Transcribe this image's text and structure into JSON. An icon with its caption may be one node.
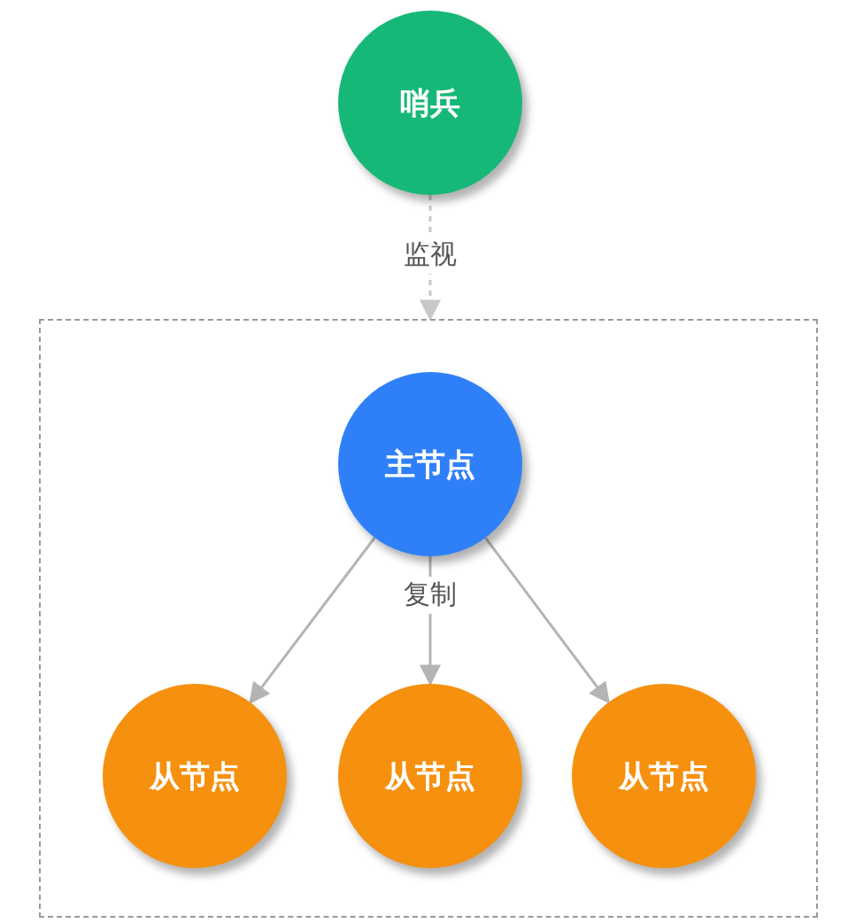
{
  "diagram": {
    "nodes": [
      {
        "text": [
          "哨兵"
        ]
      },
      {
        "text": [],
        "shape": "box"
      },
      {
        "text": [
          "主节点"
        ],
        "in": 1
      },
      {
        "text": [
          "从节点"
        ],
        "in": 1
      },
      {
        "text": [
          "从节点"
        ],
        "in": 1
      },
      {
        "text": [
          "从节点"
        ],
        "in": 1
      }
    ],
    "edges": [
      {
        "from": 0,
        "to": 1,
        "arrow": "to",
        "label": "监视",
        "style": "dashed",
        "color": "#c8c8c8"
      },
      {
        "from": 2,
        "to": 3,
        "arrow": "to"
      },
      {
        "from": 2,
        "to": 4,
        "arrow": "to",
        "label": "复制"
      },
      {
        "from": 2,
        "to": 5,
        "arrow": "to"
      }
    ]
  }
}
